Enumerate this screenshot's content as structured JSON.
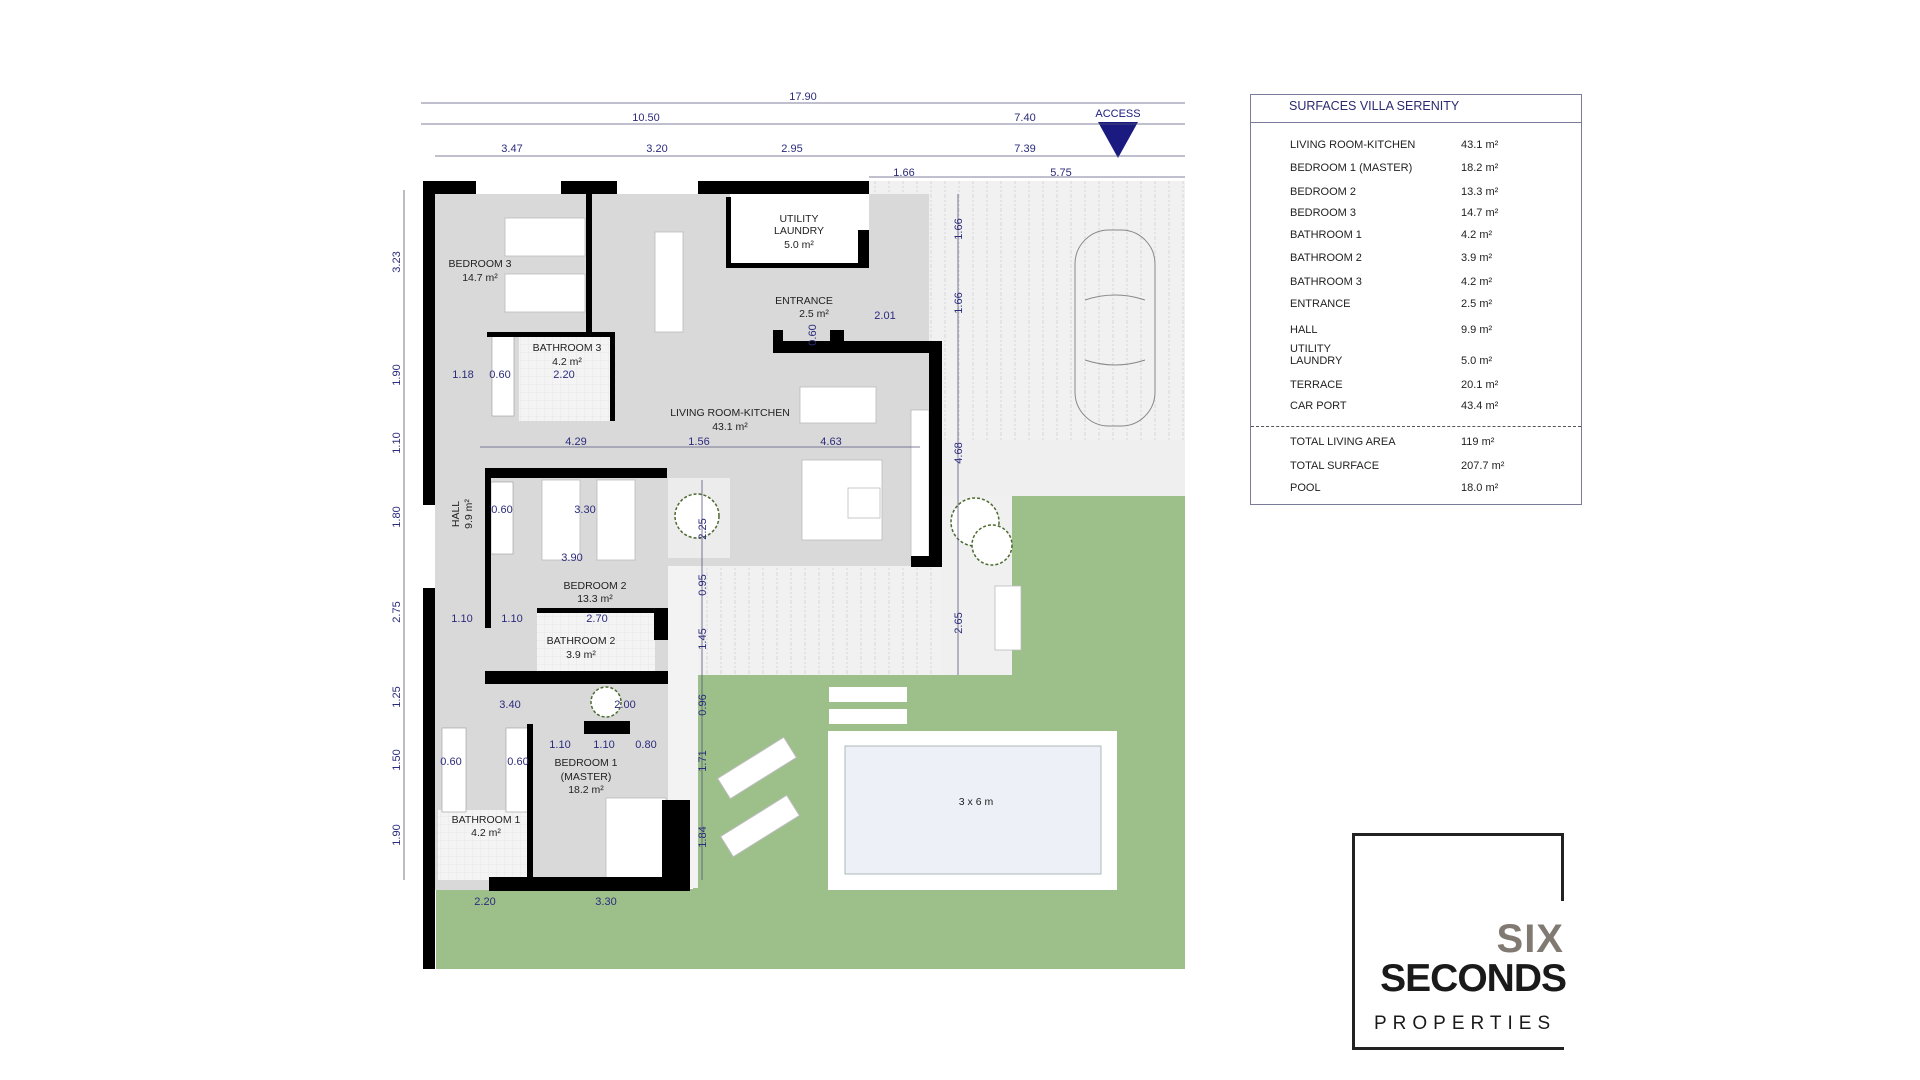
{
  "plan": {
    "access_label": "ACCESS",
    "rooms": {
      "bedroom3": [
        "BEDROOM 3",
        "14.7 m²"
      ],
      "bathroom3": [
        "BATHROOM 3",
        "4.2 m²"
      ],
      "utility": [
        "UTILITY",
        "LAUNDRY",
        "5.0 m²"
      ],
      "entrance": [
        "ENTRANCE",
        "2.5 m²"
      ],
      "living": [
        "LIVING ROOM-KITCHEN",
        "43.1 m²"
      ],
      "hall": [
        "HALL",
        "9.9 m²"
      ],
      "bedroom2": [
        "BEDROOM 2",
        "13.3 m²"
      ],
      "bathroom2": [
        "BATHROOM 2",
        "3.9 m²"
      ],
      "bedroom1": [
        "BEDROOM 1",
        "(MASTER)",
        "18.2 m²"
      ],
      "bathroom1": [
        "BATHROOM 1",
        "4.2 m²"
      ],
      "pool": "3 x 6 m"
    },
    "dims_top": [
      "17.90",
      "10.50",
      "7.40",
      "3.47",
      "3.20",
      "2.95",
      "7.39",
      "1.66",
      "5.75"
    ],
    "dims_left": [
      "3.23",
      "1.90",
      "1.10",
      "1.80",
      "2.75",
      "1.25",
      "1.50",
      "1.90"
    ],
    "dims_inner": [
      "1.18",
      "0.60",
      "2.20",
      "0.60",
      "2.01",
      "4.29",
      "1.56",
      "4.63",
      "0.60",
      "3.30",
      "3.90",
      "2.25",
      "1.10",
      "1.10",
      "2.70",
      "3.40",
      "2.00",
      "1.10",
      "1.10",
      "0.80",
      "0.60",
      "0.60",
      "2.20",
      "3.30"
    ],
    "dims_mid_vertical": [
      "0.95",
      "1.45",
      "0.96",
      "1.71",
      "1.84"
    ],
    "dims_right_vertical": [
      "1.66",
      "1.66",
      "4.68",
      "2.65"
    ],
    "colors": {
      "wall": "#000000",
      "floor": "#d9d9d9",
      "lawn": "#9dc08b",
      "dimension": "#2b2b7c",
      "access_marker": "#1a1a80"
    }
  },
  "surfaces": {
    "title": "SURFACES VILLA SERENITY",
    "rows": [
      {
        "label": "LIVING ROOM-KITCHEN",
        "value": "43.1 m²"
      },
      {
        "label": "BEDROOM 1 (MASTER)",
        "value": "18.2 m²"
      },
      {
        "label": "BEDROOM 2",
        "value": "13.3 m²"
      },
      {
        "label": "BEDROOM 3",
        "value": "14.7 m²"
      },
      {
        "label": "BATHROOM 1",
        "value": "4.2 m²"
      },
      {
        "label": "BATHROOM 2",
        "value": "3.9 m²"
      },
      {
        "label": "BATHROOM 3",
        "value": "4.2 m²"
      },
      {
        "label": "ENTRANCE",
        "value": "2.5 m²"
      },
      {
        "label": "HALL",
        "value": "9.9 m²"
      },
      {
        "label": "UTILITY LAUNDRY",
        "value": "5.0 m²"
      },
      {
        "label": "TERRACE",
        "value": "20.1 m²"
      },
      {
        "label": "CAR PORT",
        "value": "43.4 m²"
      }
    ],
    "totals": [
      {
        "label": "TOTAL LIVING AREA",
        "value": "119 m²"
      },
      {
        "label": "TOTAL SURFACE",
        "value": "207.7 m²"
      },
      {
        "label": "POOL",
        "value": "18.0 m²"
      }
    ]
  },
  "logo": {
    "line1": "SIX",
    "line2": "SECONDS",
    "line3": "PROPERTIES"
  }
}
